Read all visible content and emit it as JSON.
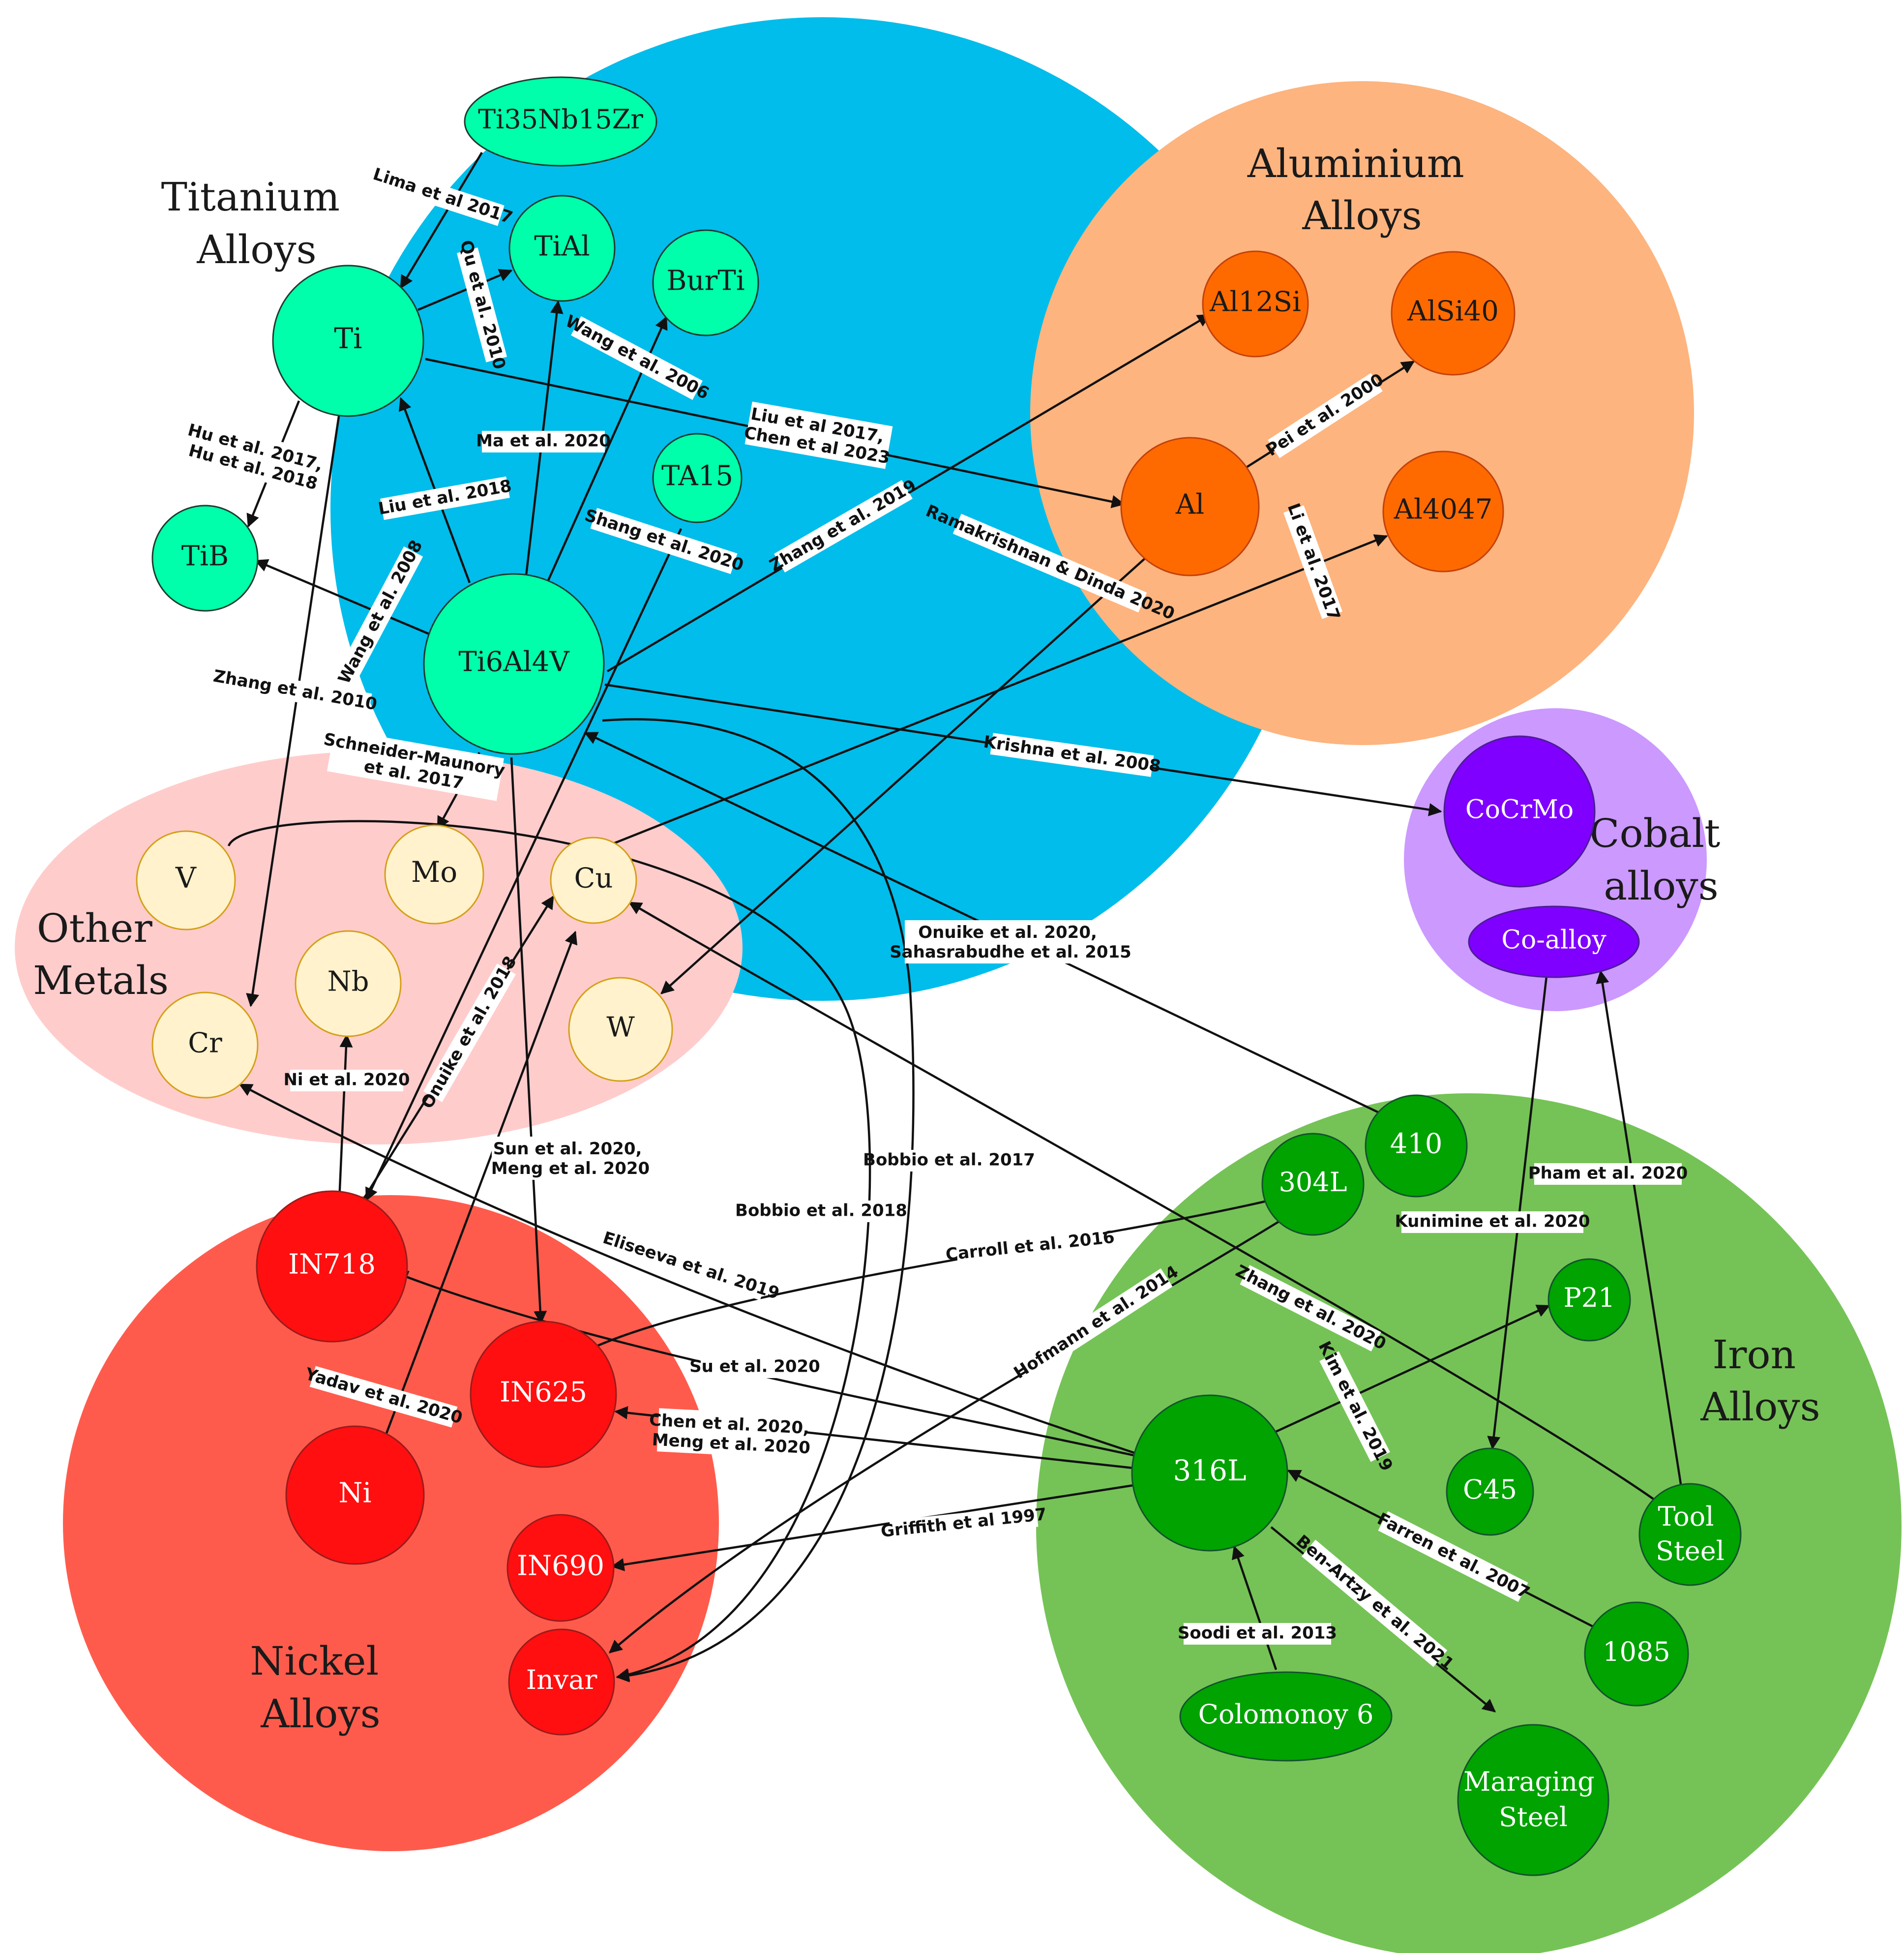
{
  "colors": {
    "titanium": "#00BDEB",
    "aluminium": "#FDB47E",
    "cobalt": "#CC99FF",
    "other": "#FFCCCC",
    "nickel": "#FF5B4C",
    "iron": "#75C356",
    "titanium_node": "#00FFAA",
    "aluminium_node": "#FF6A00",
    "cobalt_node": "#7F00FF",
    "other_node": "#FFF2CC",
    "nickel_node": "#FF0F0F",
    "iron_node": "#00A300"
  },
  "groups": {
    "titanium": [
      "Titanium",
      "Alloys"
    ],
    "aluminium": [
      "Aluminium",
      "Alloys"
    ],
    "cobalt": [
      "Cobalt",
      "alloys"
    ],
    "other": [
      "Other",
      "Metals"
    ],
    "nickel": [
      "Nickel",
      "Alloys"
    ],
    "iron": [
      "Iron",
      "Alloys"
    ]
  },
  "nodes": {
    "ti35": "Ti35Nb15Zr",
    "tial": "TiAl",
    "burti": "BurTi",
    "ti": "Ti",
    "ta15": "TA15",
    "tib": "TiB",
    "ti6al4v": "Ti6Al4V",
    "al12si": "Al12Si",
    "alsi40": "AlSi40",
    "al": "Al",
    "al4047": "Al4047",
    "cocrmo": "CoCrMo",
    "coalloy": "Co-alloy",
    "v": "V",
    "mo": "Mo",
    "cu": "Cu",
    "nb": "Nb",
    "cr": "Cr",
    "w": "W",
    "in718": "IN718",
    "in625": "IN625",
    "ni": "Ni",
    "in690": "IN690",
    "invar": "Invar",
    "n410": "410",
    "n304l": "304L",
    "p21": "P21",
    "n316l": "316L",
    "c45": "C45",
    "toolsteel": [
      "Tool",
      "Steel"
    ],
    "n1085": "1085",
    "colmonoy": "Colomonoy 6",
    "maraging": [
      "Maraging",
      "Steel"
    ]
  },
  "edges": {
    "lima": "Lima et al 2017",
    "qu": "Qu et al. 2010",
    "wang2006": "Wang et al. 2006",
    "hu": [
      "Hu et al. 2017,",
      "Hu et al. 2018"
    ],
    "ma": "Ma et al. 2020",
    "liu2018": "Liu et al. 2018",
    "liuchen": [
      "Liu et al 2017,",
      "Chen et al 2023"
    ],
    "zhang2019": "Zhang et al. 2019",
    "pei": "Pei et al. 2000",
    "rama": "Ramakrishnan & Dinda 2020",
    "li2017": "Li et al. 2017",
    "shang": "Shang et al. 2020",
    "wang2008": "Wang et al. 2008",
    "zhang2010": "Zhang et al. 2010",
    "schneider": [
      "Schneider-Maunory",
      "et al. 2017"
    ],
    "krishna": "Krishna et al. 2008",
    "onuike_sahas": [
      "Onuike et al. 2020,",
      "Sahasrabudhe et al. 2015"
    ],
    "onuike2018": "Onuike et al. 2018",
    "ni2020": "Ni et al. 2020",
    "sunmeng": [
      "Sun et al. 2020,",
      "Meng et al. 2020"
    ],
    "bobbio2017": "Bobbio et al. 2017",
    "bobbio2018": "Bobbio et al. 2018",
    "eliseeva": "Eliseeva et al. 2019",
    "carroll": "Carroll et al. 2016",
    "kunimine": "Kunimine et al. 2020",
    "pham": "Pham et al. 2020",
    "zhang2020": "Zhang et al. 2020",
    "hofmann": "Hofmann et al. 2014",
    "kim": "Kim et al. 2019",
    "su": "Su et al. 2020",
    "yadav": "Yadav et al. 2020",
    "chenmeng": [
      "Chen et al. 2020,",
      "Meng et al. 2020"
    ],
    "griffith": "Griffith et al 1997",
    "farren": "Farren et al. 2007",
    "soodi": "Soodi et al. 2013",
    "benartzy": "Ben-Artzy et al. 2021"
  }
}
